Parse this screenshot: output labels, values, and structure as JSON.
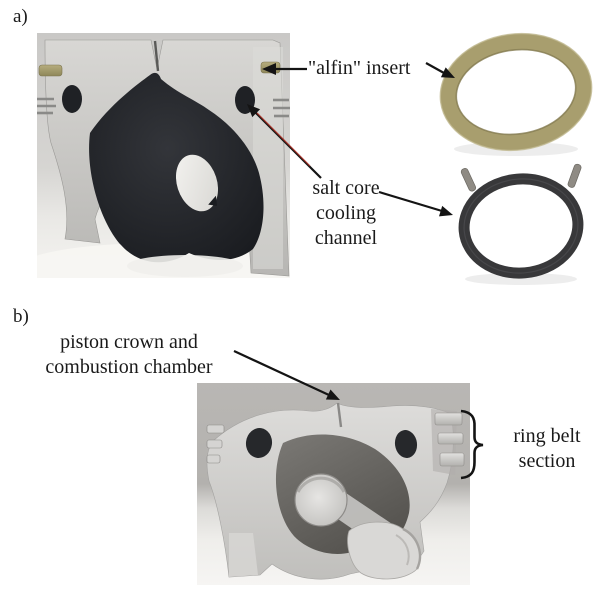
{
  "figure": {
    "panel_a_label": "a)",
    "panel_b_label": "b)",
    "labels": {
      "alfin_insert": "\"alfin\" insert",
      "salt_core": "salt core cooling channel",
      "piston_crown": "piston crown and combustion chamber",
      "ring_belt": "ring belt section"
    },
    "colors": {
      "alfin_ring_gold": "#a89e6e",
      "salt_core_ring": "#38383a",
      "annotation_arrow": "#141414",
      "salt_core_arrow_accent": "#a83228"
    }
  }
}
